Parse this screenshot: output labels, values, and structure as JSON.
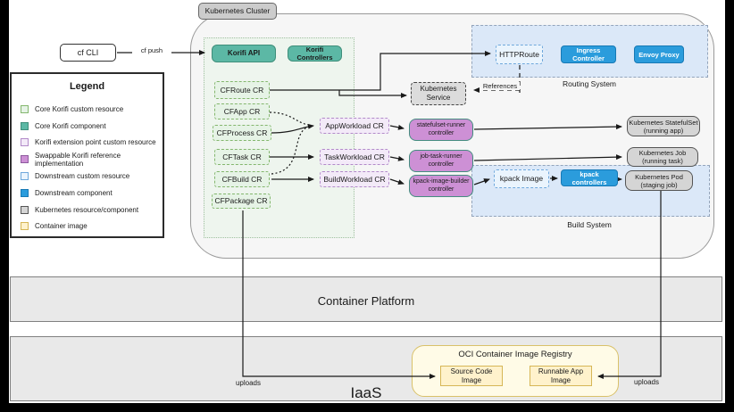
{
  "cluster_label": "Kubernetes Cluster",
  "cf_cli": {
    "label": "cf CLI",
    "push_label": "cf push"
  },
  "legend": {
    "title": "Legend",
    "items": [
      {
        "label": "Core Korifi custom resource",
        "swatch": "background:#e6f3e6;border:1px solid #84b76e"
      },
      {
        "label": "Core Korifi component",
        "swatch": "background:#5cb8a5;border:1px solid #3e8e7a"
      },
      {
        "label": "Korifi extension point custom resource",
        "swatch": "background:#f3eaf8;border:1px solid #b28ac9"
      },
      {
        "label": "Swappable Korifi reference implementation",
        "swatch": "background:#cd90d5;border:1px solid #8d5a9e"
      },
      {
        "label": "Downstream custom resource",
        "swatch": "background:#eaf4fd;border:1px solid #6fa8dc"
      },
      {
        "label": "Downstream component",
        "swatch": "background:#2b9cdc;border:1px solid #1779b5"
      },
      {
        "label": "Kubernetes resource/component",
        "swatch": "background:#d5d5d5;border:1px solid #555555"
      },
      {
        "label": "Container image",
        "swatch": "background:#fff2cc;border:1px solid #d6b656"
      }
    ]
  },
  "korifi": {
    "api": "Korifi API",
    "controllers": "Korifi Controllers"
  },
  "custom_resources": {
    "cfroute": "CFRoute CR",
    "cfapp": "CFApp CR",
    "cfprocess": "CFProcess CR",
    "cftask": "CFTask CR",
    "cfbuild": "CFBuild CR",
    "cfpackage": "CFPackage CR"
  },
  "workload_crs": {
    "app": "AppWorkload CR",
    "task": "TaskWorkload CR",
    "build": "BuildWorkload CR"
  },
  "controllers": {
    "statefulset_runner": {
      "line1": "statefulset-runner",
      "line2": "controller"
    },
    "job_task_runner": {
      "line1": "job-task-runner",
      "line2": "controller"
    },
    "kpack_image_builder": {
      "line1": "kpack-image-builder",
      "line2": "controller"
    }
  },
  "routing_system": {
    "label": "Routing System",
    "httproute": "HTTPRoute",
    "ingress_controller": "Ingress Controller",
    "envoy_proxy": "Envoy Proxy"
  },
  "references_label": "References",
  "kubernetes": {
    "service": {
      "line1": "Kubernetes",
      "line2": "Service"
    },
    "statefulset": {
      "line1": "Kubernetes StatefulSet",
      "line2": "(running app)"
    },
    "job": {
      "line1": "Kubernetes Job",
      "line2": "(running task)"
    },
    "pod": {
      "line1": "Kubernetes Pod",
      "line2": "(staging job)"
    }
  },
  "build_system": {
    "label": "Build System",
    "kpack_image": "kpack Image",
    "kpack_controllers": "kpack controllers"
  },
  "platform": {
    "container_platform": "Container Platform",
    "iaas": "IaaS"
  },
  "registry": {
    "title": "OCI Container Image Registry",
    "source_code_image": {
      "line1": "Source Code",
      "line2": "Image"
    },
    "runnable_app_image": {
      "line1": "Runnable App",
      "line2": "Image"
    }
  },
  "uploads": {
    "left": "uploads",
    "right": "uploads"
  },
  "colors": {
    "teal": "#5cb8a5",
    "orchid": "#cd90d5",
    "blue": "#2b9cdc",
    "light_blue_panel": "#dbe8f8",
    "light_green_panel": "#eef5ee",
    "yellow": "#fff2cc",
    "gray_box": "#d5d5d5"
  }
}
